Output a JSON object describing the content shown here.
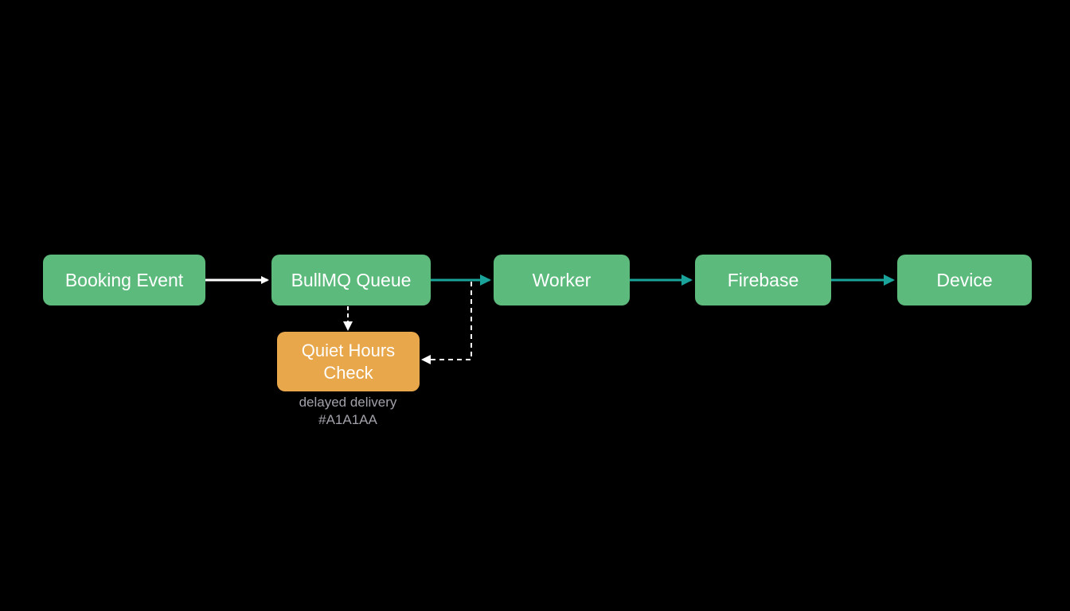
{
  "colors": {
    "background": "#000000",
    "node_green": "#5dba7d",
    "node_orange": "#e8a74a",
    "edge_primary": "#ffffff",
    "edge_teal": "#1aa39a",
    "edge_dashed": "#ffffff",
    "note_text": "#a1a1aa"
  },
  "nodes": {
    "booking_event": "Booking Event",
    "bullmq_queue": "BullMQ Queue",
    "worker": "Worker",
    "firebase": "Firebase",
    "device": "Device",
    "quiet_hours_check": "Quiet Hours Check"
  },
  "notes": {
    "line1": "delayed delivery",
    "line2": "#A1A1AA"
  },
  "edges": [
    {
      "from": "booking_event",
      "to": "bullmq_queue",
      "style": "solid",
      "color": "edge_primary"
    },
    {
      "from": "bullmq_queue",
      "to": "worker",
      "style": "solid",
      "color": "edge_teal"
    },
    {
      "from": "worker",
      "to": "firebase",
      "style": "solid",
      "color": "edge_teal"
    },
    {
      "from": "firebase",
      "to": "device",
      "style": "solid",
      "color": "edge_teal"
    },
    {
      "from": "bullmq_queue",
      "to": "quiet_hours_check",
      "style": "dashed",
      "color": "edge_dashed"
    },
    {
      "from": "worker",
      "to": "quiet_hours_check",
      "style": "dashed",
      "color": "edge_dashed"
    }
  ]
}
